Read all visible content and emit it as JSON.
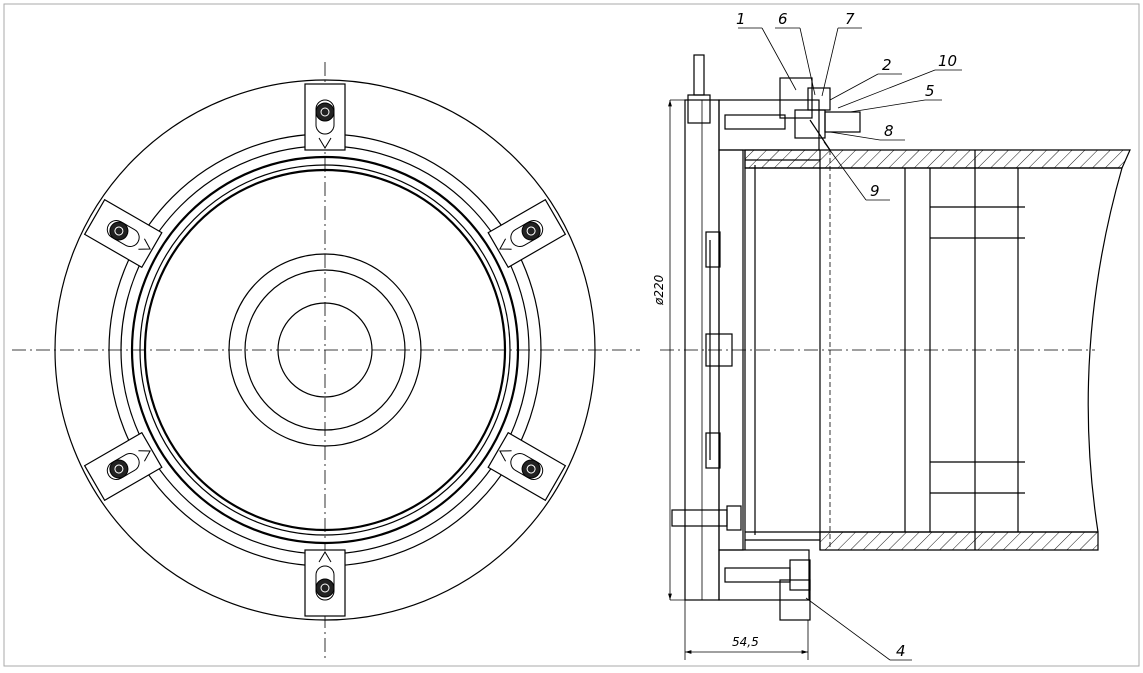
{
  "callouts": {
    "c1": "1",
    "c2": "2",
    "c4": "4",
    "c5": "5",
    "c6": "6",
    "c7": "7",
    "c8": "8",
    "c9": "9",
    "c10": "10"
  },
  "dimensions": {
    "diameter": "ø220",
    "width": "54,5"
  }
}
